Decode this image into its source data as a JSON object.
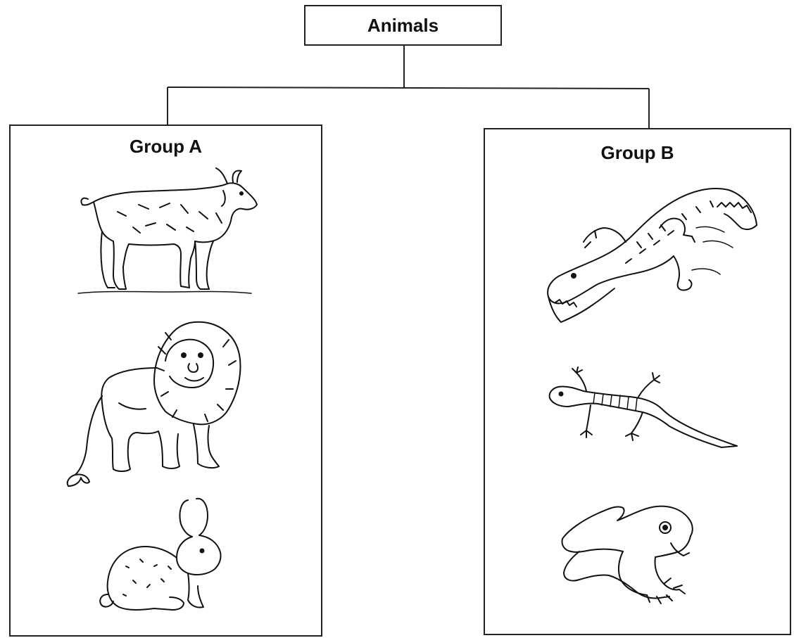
{
  "root": {
    "label": "Animals"
  },
  "groups": [
    {
      "title": "Group A",
      "animals": [
        "goat-icon",
        "lion-icon",
        "rabbit-icon"
      ]
    },
    {
      "title": "Group B",
      "animals": [
        "alligator-icon",
        "lizard-icon",
        "frog-icon"
      ]
    }
  ]
}
